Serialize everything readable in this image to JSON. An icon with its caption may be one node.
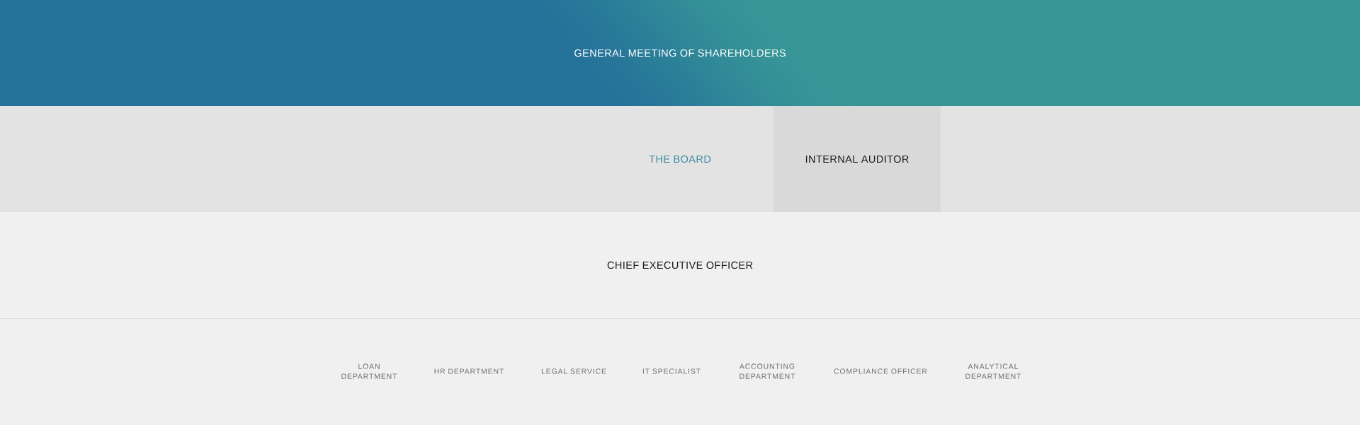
{
  "diagram": {
    "nodes": [
      {
        "text": [
          "GENERAL MEETING OF SHAREHOLDERS"
        ]
      },
      {
        "text": [
          "THE BOARD"
        ]
      },
      {
        "text": [
          "INTERNAL AUDITOR"
        ],
        "in": 1
      },
      {
        "text": [
          "CHIEF EXECUTIVE OFFICER"
        ]
      }
    ],
    "labels": [
      "LOAN DEPARTMENT",
      "HR DEPARTMENT",
      "LEGAL SERVICE",
      "IT SPECIALIST",
      "ACCOUNTING DEPARTMENT",
      "COMPLIANCE OFFICER",
      "ANALYTICAL DEPARTMENT"
    ]
  }
}
